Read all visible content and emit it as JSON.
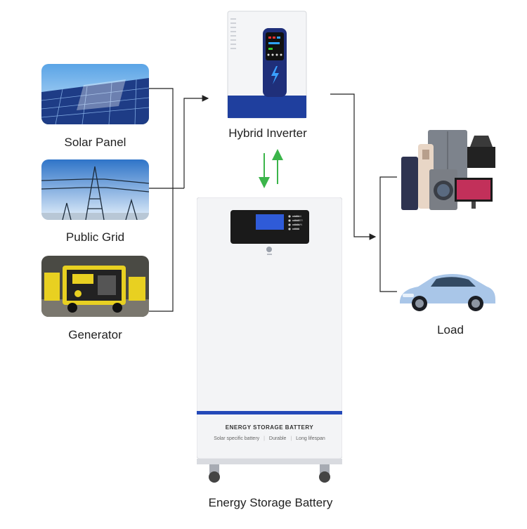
{
  "sources": {
    "solar": {
      "label": "Solar Panel"
    },
    "grid": {
      "label": "Public Grid"
    },
    "generator": {
      "label": "Generator"
    }
  },
  "inverter": {
    "label": "Hybrid Inverter"
  },
  "battery": {
    "label": "Energy Storage Battery",
    "panel_title": "ENERGY STORAGE BATTERY",
    "features": [
      "Solar specific battery",
      "Durable",
      "Long lifespan"
    ],
    "buttons": [
      "MENU",
      "ENTER",
      "DOWN",
      "ESC"
    ]
  },
  "load": {
    "label": "Load"
  },
  "colors": {
    "arrow_green": "#3bb54a",
    "inverter_blue": "#1f3f9e",
    "battery_stripe": "#2449b8",
    "connector": "#222222"
  },
  "icons": {
    "solar": "solar-panel-photo-icon",
    "grid": "power-tower-photo-icon",
    "generator": "generator-photo-icon",
    "appliances": "home-appliances-photo-icon",
    "car": "electric-car-photo-icon"
  }
}
